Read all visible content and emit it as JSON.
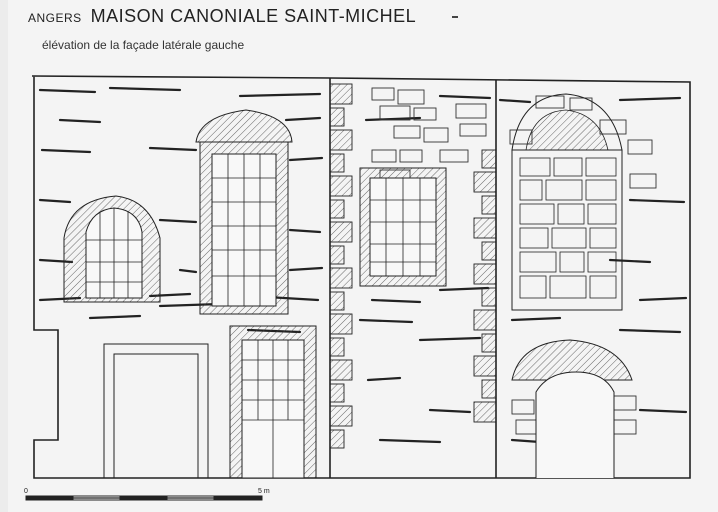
{
  "header": {
    "city": "ANGERS",
    "building": "MAISON CANONIALE SAINT-MICHEL",
    "subtitle": "élévation de la façade latérale gauche"
  },
  "scale": {
    "start_label": "0",
    "end_label": "5 m"
  }
}
